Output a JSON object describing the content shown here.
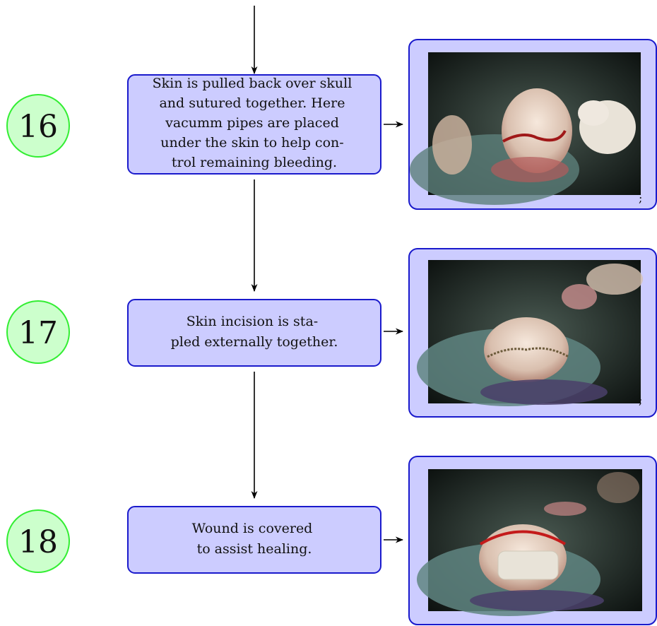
{
  "colors": {
    "box_fill": "#ccccff",
    "box_stroke": "#1a1acc",
    "circle_fill": "#ccffcc",
    "circle_stroke": "#33ee33",
    "arrow": "#000000"
  },
  "steps": [
    {
      "number": "16",
      "lines": [
        "Skin is pulled back over skull",
        "and sutured together. Here",
        "vacumm pipes are placed",
        "under the skin to help con-",
        "trol remaining bleeding."
      ],
      "photo_suffix": ";"
    },
    {
      "number": "17",
      "lines": [
        "Skin incision is sta-",
        "pled externally together."
      ],
      "photo_suffix": ";"
    },
    {
      "number": "18",
      "lines": [
        "Wound is covered",
        "to assist healing."
      ],
      "photo_suffix": ""
    }
  ]
}
